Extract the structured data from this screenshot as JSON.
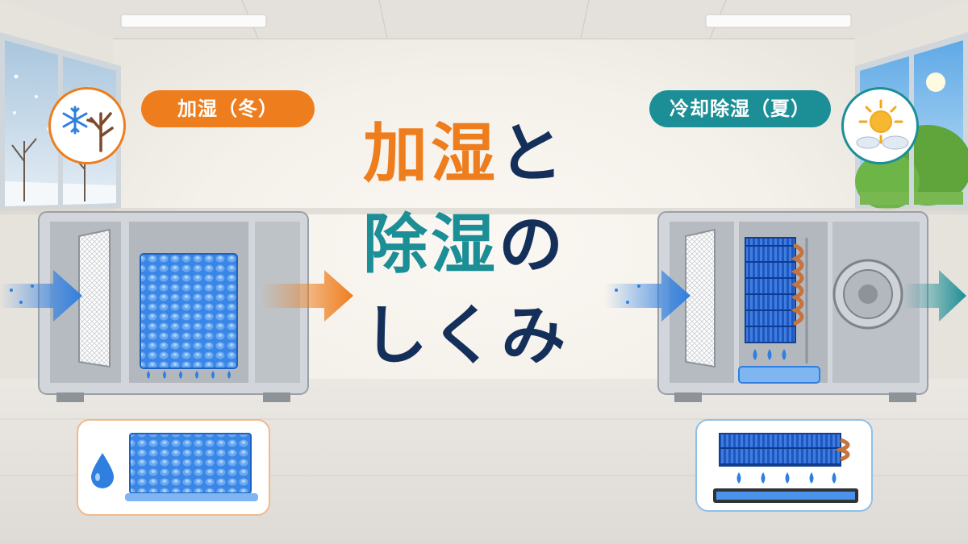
{
  "labels": {
    "humidify_tag": "加湿（冬）",
    "cooling_tag": "冷却除湿（夏）"
  },
  "title": {
    "line1_accent": "加湿",
    "line1_rest": "と",
    "line2_accent": "除湿",
    "line2_rest": "の",
    "line3": "しくみ"
  },
  "colors": {
    "orange": "#ee7d1d",
    "teal": "#1b8e96",
    "navy": "#14305a",
    "water_blue": "#2f7fe0",
    "copper": "#c5733f"
  },
  "icons": {
    "winter": "snowflake-bare-tree-icon",
    "summer": "sun-cloud-icon",
    "water": "water-drop-icon"
  }
}
